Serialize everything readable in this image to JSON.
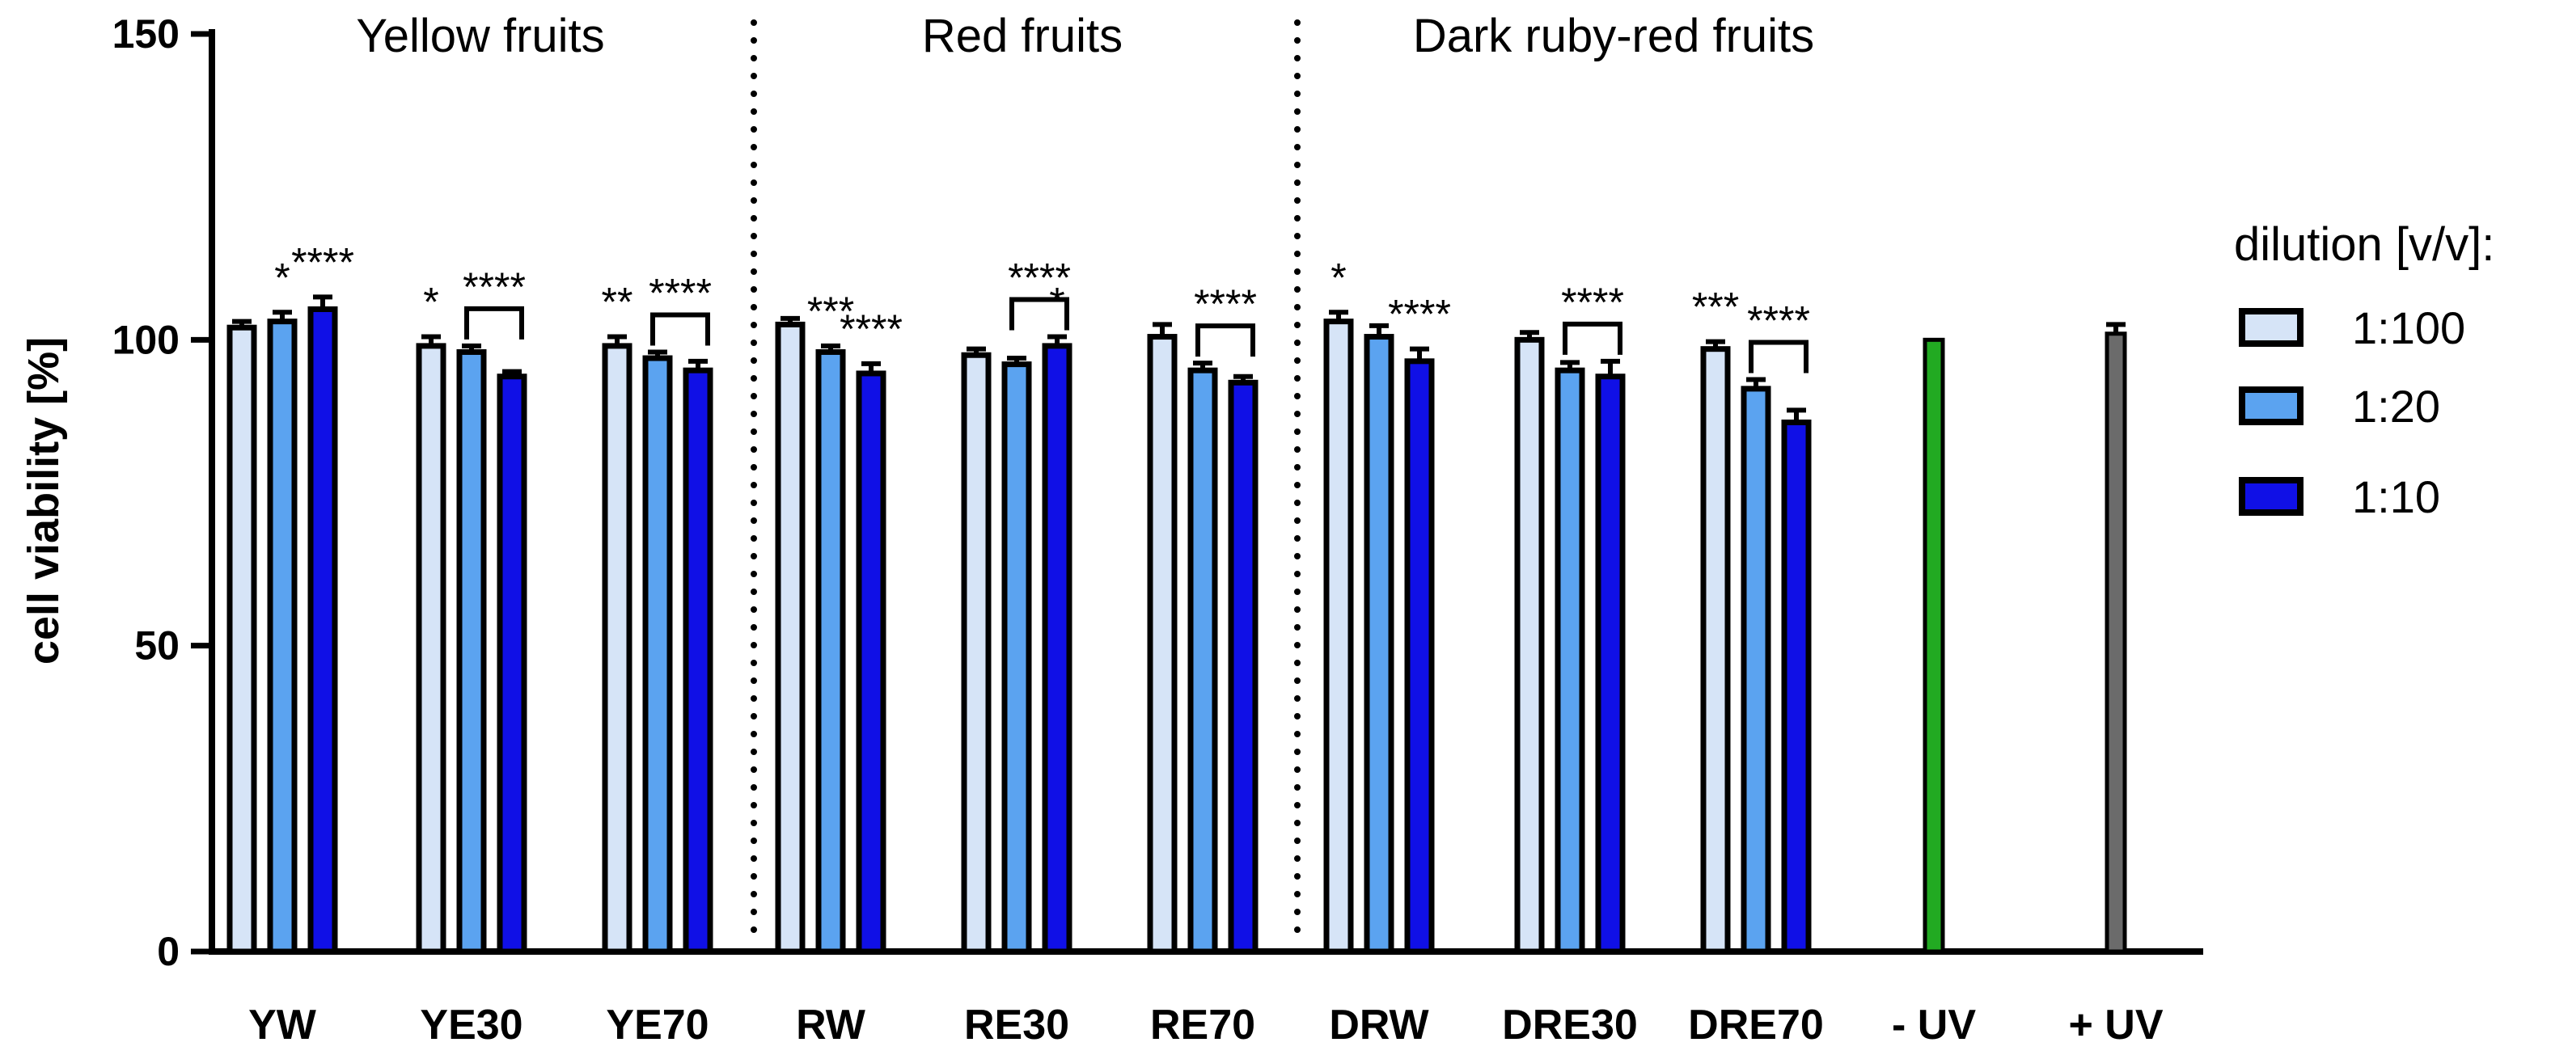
{
  "chart_data": {
    "type": "bar",
    "ylabel": "cell viability [%]",
    "ylim": [
      0,
      150
    ],
    "yticks": [
      0,
      50,
      100,
      150
    ],
    "legend": {
      "title": "dilution [v/v]:",
      "placement": "right",
      "entries": [
        {
          "name": "1:100",
          "color": "#d6e4f7"
        },
        {
          "name": "1:20",
          "color": "#5ba3f0"
        },
        {
          "name": "1:10",
          "color": "#1010e6"
        }
      ]
    },
    "group_labels": [
      "Yellow fruits",
      "Red fruits",
      "Dark ruby-red fruits"
    ],
    "categories": [
      "YW",
      "YE30",
      "YE70",
      "RW",
      "RE30",
      "RE70",
      "DRW",
      "DRE30",
      "DRE70",
      "- UV",
      "+ UV"
    ],
    "series": [
      {
        "name": "1:100",
        "values": [
          102,
          99,
          99,
          102.5,
          97.5,
          100.5,
          103,
          100,
          98.5
        ],
        "errors": [
          1,
          1.5,
          1.5,
          1,
          1,
          2,
          1.5,
          1.2,
          1.2
        ]
      },
      {
        "name": "1:20",
        "values": [
          103,
          98,
          97,
          98,
          96,
          95,
          100.5,
          95,
          92
        ],
        "errors": [
          1.5,
          1,
          1,
          1,
          1,
          1.2,
          1.8,
          1.3,
          1.5
        ]
      },
      {
        "name": "1:10",
        "values": [
          105,
          94,
          95,
          94.5,
          99,
          93,
          96.5,
          94,
          86.5
        ],
        "errors": [
          2,
          0.8,
          1.5,
          1.6,
          1.5,
          1,
          2,
          2.5,
          2
        ]
      }
    ],
    "controls": [
      {
        "category": "- UV",
        "value": 100,
        "error": 0,
        "color": "#22aa22"
      },
      {
        "category": "+ UV",
        "value": 101,
        "error": 1.5,
        "color": "#6b6b6b"
      }
    ],
    "annotations": {
      "YW": {
        "1:20": "*",
        "1:10": "****"
      },
      "YE30": {
        "1:100": "*",
        "bracket": "****"
      },
      "YE70": {
        "1:100": "**",
        "bracket": "****"
      },
      "RW": {
        "1:20": "***",
        "1:10": "****"
      },
      "RE30": {
        "bracket": "****",
        "1:10": "*"
      },
      "RE70": {
        "bracket": "****"
      },
      "DRW": {
        "1:100": "*",
        "1:10": "****"
      },
      "DRE30": {
        "bracket": "****"
      },
      "DRE70": {
        "1:100": "***",
        "bracket": "****"
      }
    }
  }
}
